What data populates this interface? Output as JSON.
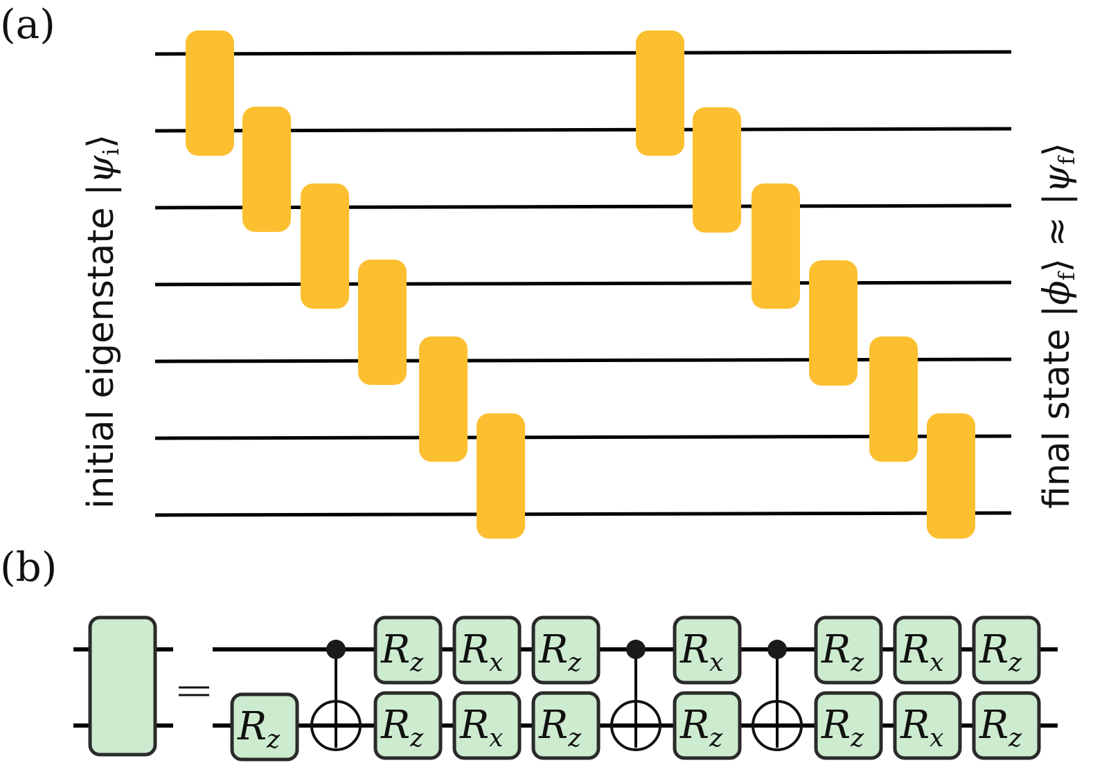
{
  "panel_a": {
    "label": "(a)",
    "left_label": {
      "text": "initial eigenstate ",
      "ket_open": "|",
      "symbol": "ψ",
      "subscript": "i",
      "ket_close": "⟩"
    },
    "right_label": {
      "text": "final state ",
      "ket1_open": "|",
      "symbol1": "ϕ",
      "subscript1": "f",
      "ket1_close": "⟩",
      "approx": " ≈ ",
      "ket2_open": "|",
      "symbol2": "ψ",
      "subscript2": "f",
      "ket2_close": "⟩"
    },
    "num_qubits": 7,
    "gate_color": "#FCBF30",
    "wire_color": "#000000",
    "layers": 2,
    "gates_per_layer": 6
  },
  "panel_b": {
    "label": "(b)",
    "equals": "=",
    "block_color": "#CDEBCF",
    "block_border": "#2a2a2a",
    "gates": {
      "rz": {
        "base": "R",
        "sub": "z"
      },
      "rx": {
        "base": "R",
        "sub": "x"
      }
    },
    "sequence_top": [
      "",
      "ctrl",
      "Rz",
      "Rx",
      "Rz",
      "ctrl",
      "Rx",
      "ctrl",
      "Rz",
      "Rx",
      "Rz"
    ],
    "sequence_bottom": [
      "Rz",
      "cnot-target",
      "Rz",
      "Rx",
      "Rz",
      "cnot-target",
      "Rz",
      "cnot-target",
      "Rz",
      "Rx",
      "Rz"
    ]
  }
}
